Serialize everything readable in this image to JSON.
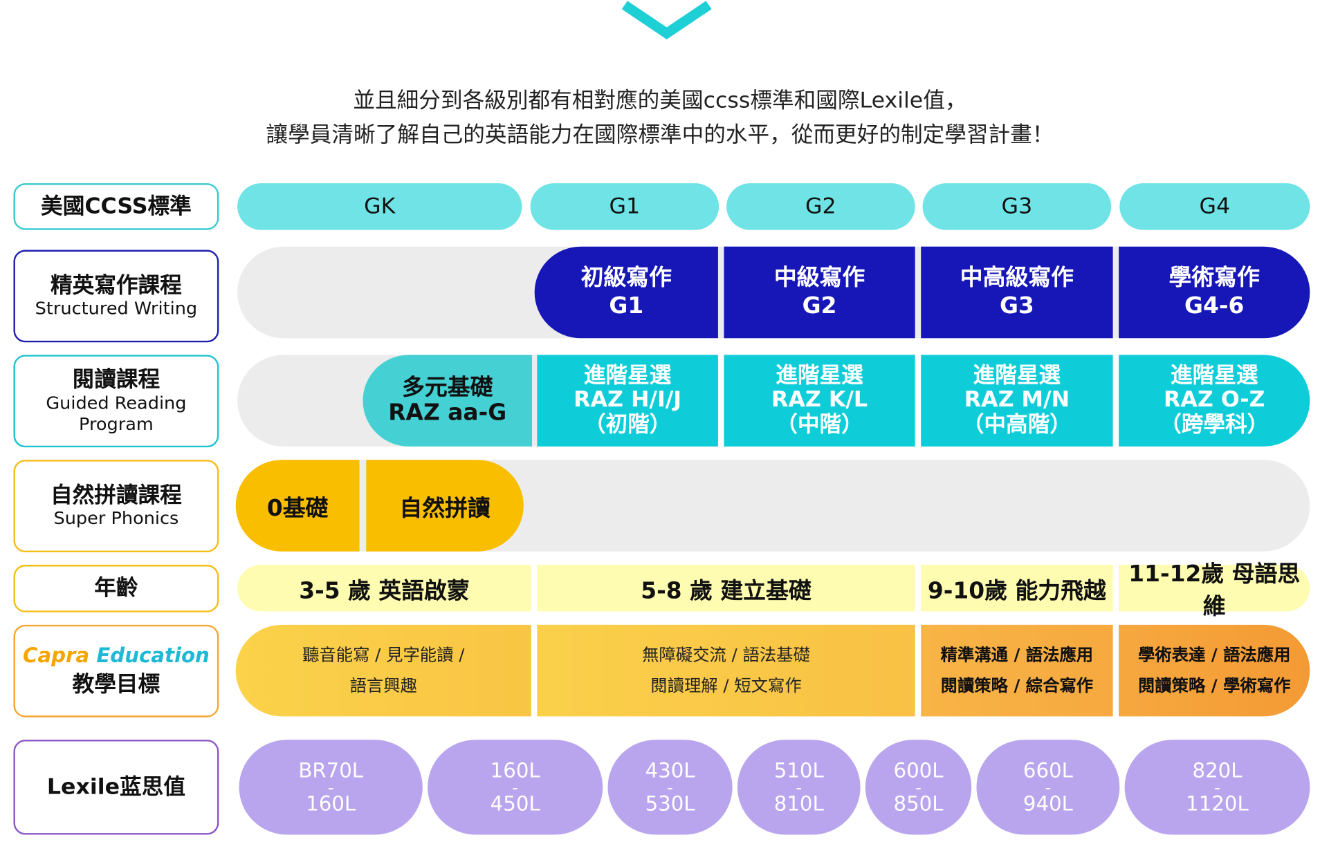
{
  "intro": {
    "line1": "並且細分到各級別都有相對應的美國ccss標準和國際Lexile值，",
    "line2": "讓學員清晰了解自己的英語能力在國際標準中的水平，從而更好的制定學習計畫！"
  },
  "labels": {
    "ccss": "美國CCSS標準",
    "writing_zh": "精英寫作課程",
    "writing_en": "Structured Writing",
    "reading_zh": "閱讀課程",
    "reading_en1": "Guided Reading",
    "reading_en2": "Program",
    "phonics_zh": "自然拼讀課程",
    "phonics_en": "Super Phonics",
    "age": "年齡",
    "goals_brand1": "Capra",
    "goals_brand2": "Education",
    "goals_zh": "教學目標",
    "lexile": "Lexile蓝思值"
  },
  "ccss": [
    "GK",
    "G1",
    "G2",
    "G3",
    "G4"
  ],
  "writing": [
    {
      "l1": "初級寫作",
      "l2": "G1"
    },
    {
      "l1": "中級寫作",
      "l2": "G2"
    },
    {
      "l1": "中高級寫作",
      "l2": "G3"
    },
    {
      "l1": "學術寫作",
      "l2": "G4-6"
    }
  ],
  "reading": [
    {
      "l1": "多元基礎",
      "l2": "RAZ aa-G"
    },
    {
      "l1": "進階星選",
      "l2": "RAZ H/I/J",
      "l3": "（初階）"
    },
    {
      "l1": "進階星選",
      "l2": "RAZ K/L",
      "l3": "（中階）"
    },
    {
      "l1": "進階星選",
      "l2": "RAZ M/N",
      "l3": "（中高階）"
    },
    {
      "l1": "進階星選",
      "l2": "RAZ O-Z",
      "l3": "（跨學科）"
    }
  ],
  "phonics": [
    "0基礎",
    "自然拼讀"
  ],
  "age": [
    "3-5 歲 英語啟蒙",
    "5-8 歲 建立基礎",
    "9-10歲 能力飛越",
    "11-12歲 母語思維"
  ],
  "goals": [
    {
      "l1": "聽音能寫 / 見字能讀 /",
      "l2": "語言興趣"
    },
    {
      "l1": "無障礙交流 / 語法基礎",
      "l2": "閱讀理解 / 短文寫作"
    },
    {
      "l1": "精準溝通 / 語法應用",
      "l2": "閱讀策略 / 綜合寫作"
    },
    {
      "l1": "學術表達 / 語法應用",
      "l2": "閱讀策略 / 學術寫作"
    }
  ],
  "lexile": [
    {
      "from": "BR70L",
      "to": "160L"
    },
    {
      "from": "160L",
      "to": "450L"
    },
    {
      "from": "430L",
      "to": "530L"
    },
    {
      "from": "510L",
      "to": "810L"
    },
    {
      "from": "600L",
      "to": "850L"
    },
    {
      "from": "660L",
      "to": "940L"
    },
    {
      "from": "820L",
      "to": "1120L"
    }
  ],
  "colors": {
    "ccss": "#6fe3e6",
    "writing": "#1717b8",
    "reading": "#0fcdd8",
    "phonics": "#fabe00",
    "age": "#fefcb0",
    "lexile": "#b9a5ee",
    "track": "#ececec",
    "chevron": "#1fcfd6"
  }
}
